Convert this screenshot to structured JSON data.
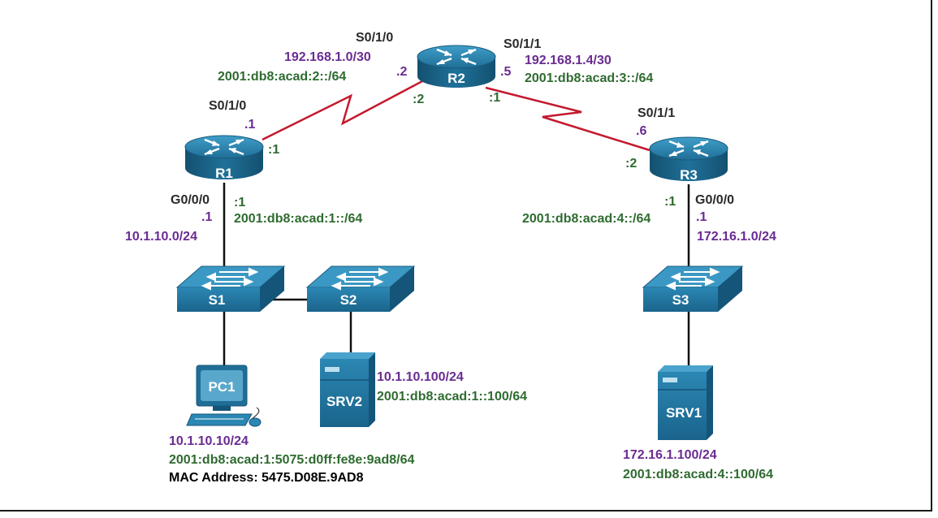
{
  "colors": {
    "ipv4": "#6a2c91",
    "ipv6": "#2e6b30",
    "port": "#2a2a2a",
    "serial_link": "#c4192e",
    "ethernet_link": "#111111",
    "device_blue": "#1f6e97"
  },
  "devices": {
    "r1": "R1",
    "r2": "R2",
    "r3": "R3",
    "s1": "S1",
    "s2": "S2",
    "s3": "S3",
    "pc1": "PC1",
    "srv1": "SRV1",
    "srv2": "SRV2"
  },
  "r2": {
    "left_port": "S0/1/0",
    "left_ipv4_net": "192.168.1.0/30",
    "left_ipv6_net": "2001:db8:acad:2::/64",
    "left_ipv4_host": ".2",
    "left_ipv6_host": ":2",
    "right_port": "S0/1/1",
    "right_ipv4_net": "192.168.1.4/30",
    "right_ipv6_net": "2001:db8:acad:3::/64",
    "right_ipv4_host": ".5",
    "right_ipv6_host": ":1"
  },
  "r1": {
    "serial_port": "S0/1/0",
    "serial_ipv4_host": ".1",
    "serial_ipv6_host": ":1",
    "lan_port": "G0/0/0",
    "lan_ipv4_host": ".1",
    "lan_ipv4_net": "10.1.10.0/24",
    "lan_ipv6_host": ":1",
    "lan_ipv6_net": "2001:db8:acad:1::/64"
  },
  "r3": {
    "serial_port": "S0/1/1",
    "serial_ipv4_host": ".6",
    "serial_ipv6_host": ":2",
    "lan_port": "G0/0/0",
    "lan_ipv4_host": ".1",
    "lan_ipv4_net": "172.16.1.0/24",
    "lan_ipv6_host": ":1",
    "lan_ipv6_net": "2001:db8:acad:4::/64"
  },
  "srv2": {
    "ipv4": "10.1.10.100/24",
    "ipv6": "2001:db8:acad:1::100/64"
  },
  "pc1": {
    "ipv4": "10.1.10.10/24",
    "ipv6": "2001:db8:acad:1:5075:d0ff:fe8e:9ad8/64",
    "mac": "MAC Address: 5475.D08E.9AD8"
  },
  "srv1": {
    "ipv4": "172.16.1.100/24",
    "ipv6": "2001:db8:acad:4::100/64"
  }
}
